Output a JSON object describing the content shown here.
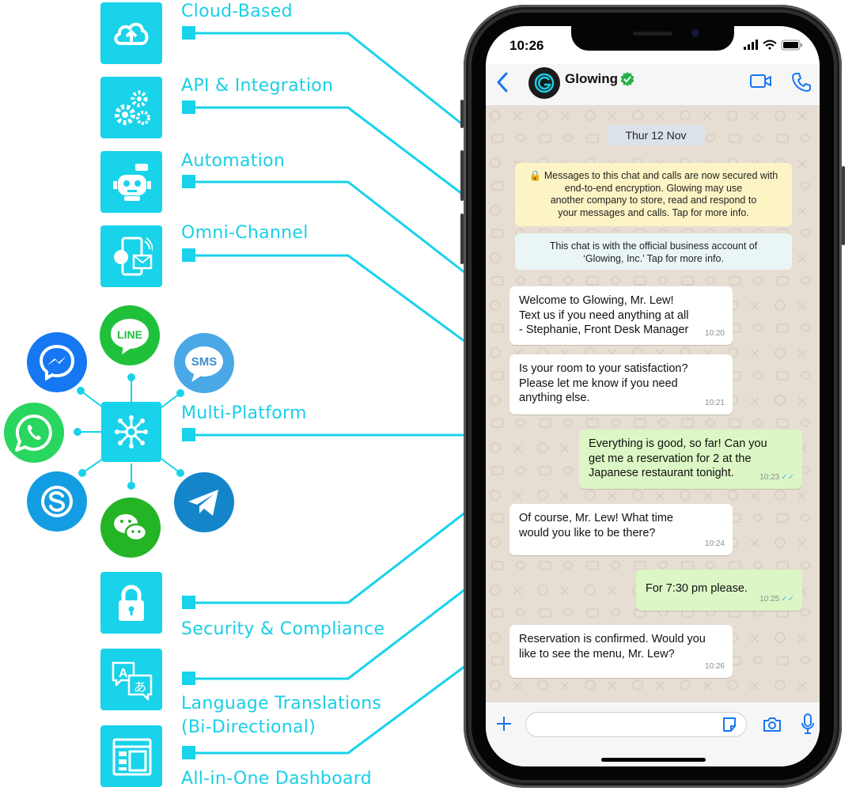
{
  "features": {
    "cloud_based": "Cloud-Based",
    "api_integration": "API & Integration",
    "automation": "Automation",
    "omni_channel": "Omni-Channel",
    "multi_platform": "Multi-Platform",
    "security_compliance": "Security & Compliance",
    "language_translations_1": "Language Translations",
    "language_translations_2": "(Bi-Directional)",
    "all_in_one_dashboard": "All-in-One Dashboard"
  },
  "platforms": {
    "line": "LINE",
    "sms": "SMS",
    "icons": [
      "messenger-icon",
      "line-icon",
      "sms-icon",
      "whatsapp-icon",
      "telegram-icon",
      "skype-icon",
      "wechat-icon"
    ]
  },
  "phone": {
    "status_time": "10:26",
    "contact_name": "Glowing",
    "date_pill": "Thur 12 Nov",
    "encryption_notice": [
      "🔒 Messages to this chat and calls are now secured with",
      "end-to-end encryption. Glowing may use",
      "another company to store, read and respond to",
      "your messages and calls. Tap for more info."
    ],
    "business_notice": [
      "This chat is with the official business account of",
      "‘Glowing, Inc.’ Tap for more info."
    ],
    "messages": [
      {
        "dir": "in",
        "lines": [
          "Welcome to Glowing, Mr. Lew!",
          "Text us if you need anything at all",
          "- Stephanie, Front Desk Manager"
        ],
        "time": "10:20"
      },
      {
        "dir": "in",
        "lines": [
          "Is your room to your satisfaction?",
          "Please let me know if you need",
          "anything else."
        ],
        "time": "10:21"
      },
      {
        "dir": "out",
        "lines": [
          "Everything is good, so far! Can you",
          "get me a reservation for 2 at the",
          "Japanese restaurant tonight."
        ],
        "time": "10:23"
      },
      {
        "dir": "in",
        "lines": [
          "Of course, Mr. Lew! What time",
          "would you like to be there?"
        ],
        "time": "10:24"
      },
      {
        "dir": "out",
        "lines": [
          "For 7:30 pm please."
        ],
        "time": "10:25"
      },
      {
        "dir": "in",
        "lines": [
          "Reservation is confirmed. Would you",
          "like to see the menu, Mr. Lew?"
        ],
        "time": "10:26"
      }
    ],
    "read_tick": "✓✓"
  },
  "colors": {
    "accent_cyan": "#18d3ea",
    "header_icon_blue": "#1877f2",
    "verified_green": "#25b24a",
    "outgoing_bubble": "#dcf7c5",
    "system_notice": "#fdf4c5"
  }
}
